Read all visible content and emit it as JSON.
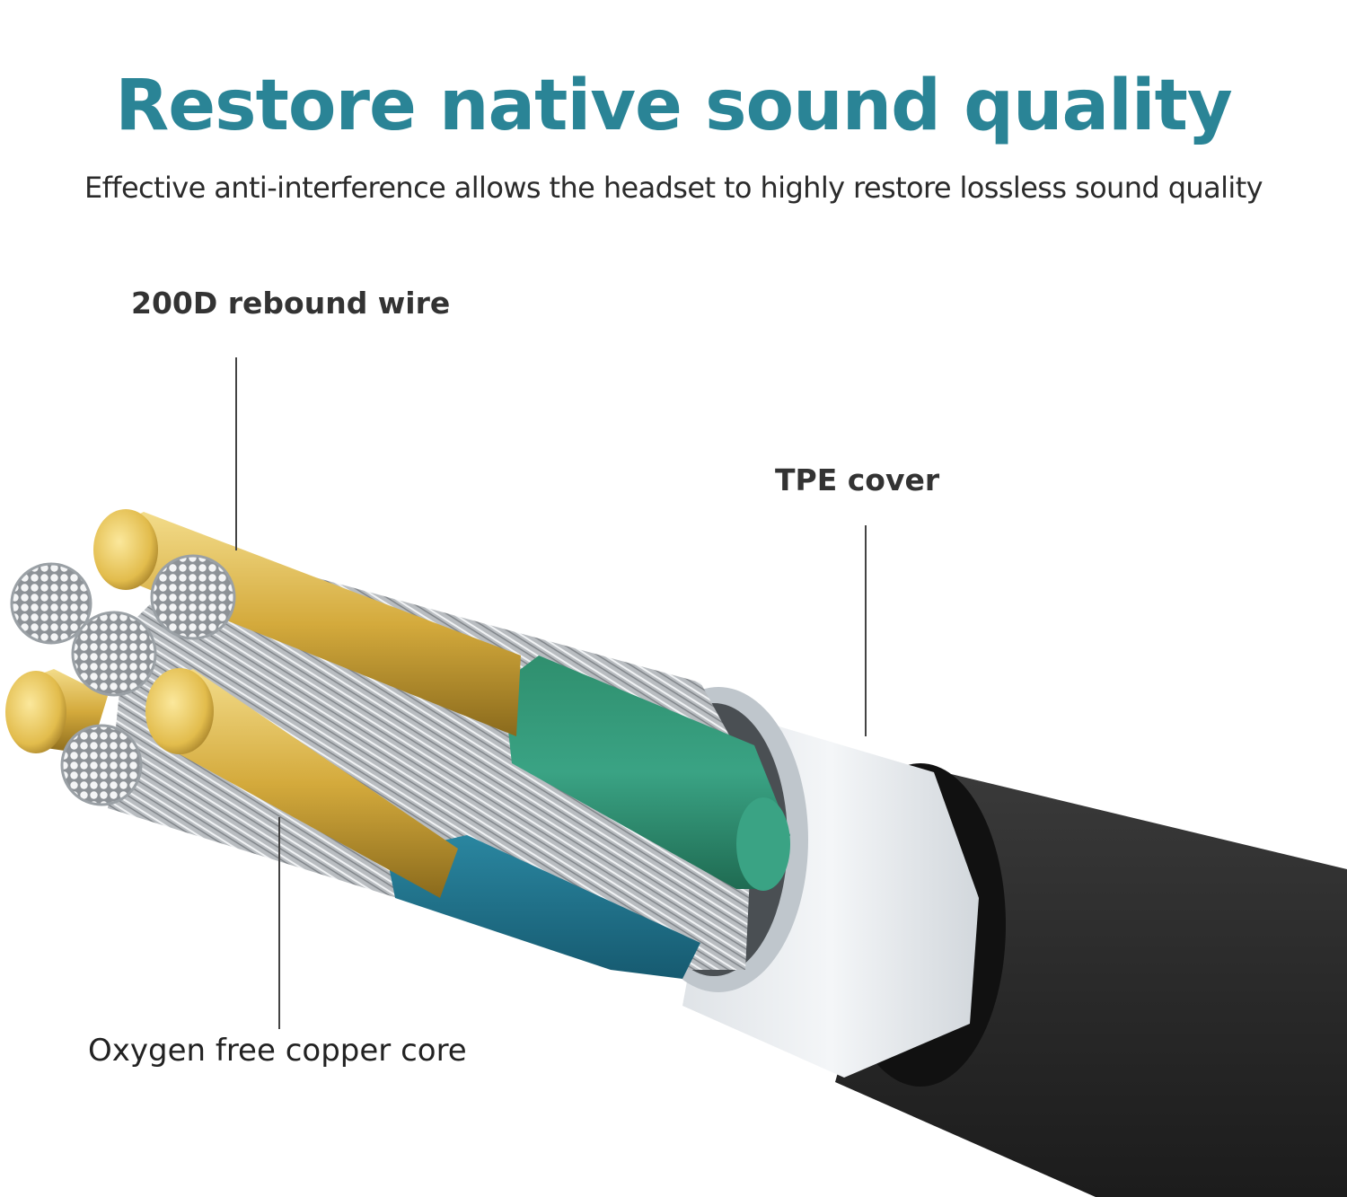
{
  "header": {
    "title": "Restore native sound quality",
    "subtitle": "Effective anti-interference allows the headset to highly restore lossless sound quality"
  },
  "callouts": {
    "rebound_wire": "200D rebound wire",
    "tpe_cover": "TPE cover",
    "copper_core": "Oxygen free copper core"
  },
  "colors": {
    "title": "#2a8496",
    "jacket": "#2d2d2d",
    "tpe": "#e9ecef",
    "green_insulation": "#2f8a6e",
    "blue_insulation": "#1f6d86",
    "gold": "#d8b550",
    "strand": "#c7cacd"
  }
}
